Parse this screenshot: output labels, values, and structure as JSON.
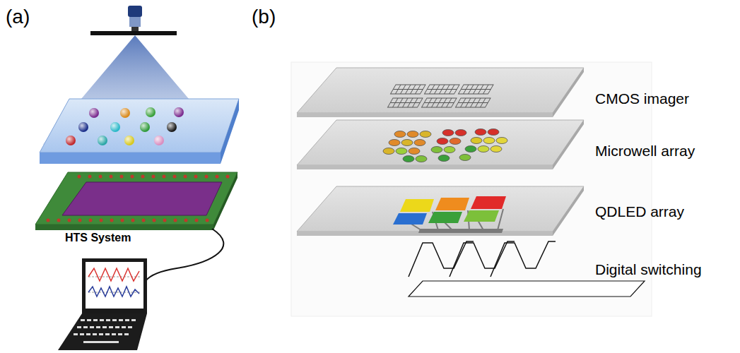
{
  "diagram": {
    "labels": [
      "(a)",
      "(b)",
      "HTS System",
      "CMOS imager",
      "Microwell array",
      "QDLED array",
      "Digital switching"
    ]
  }
}
